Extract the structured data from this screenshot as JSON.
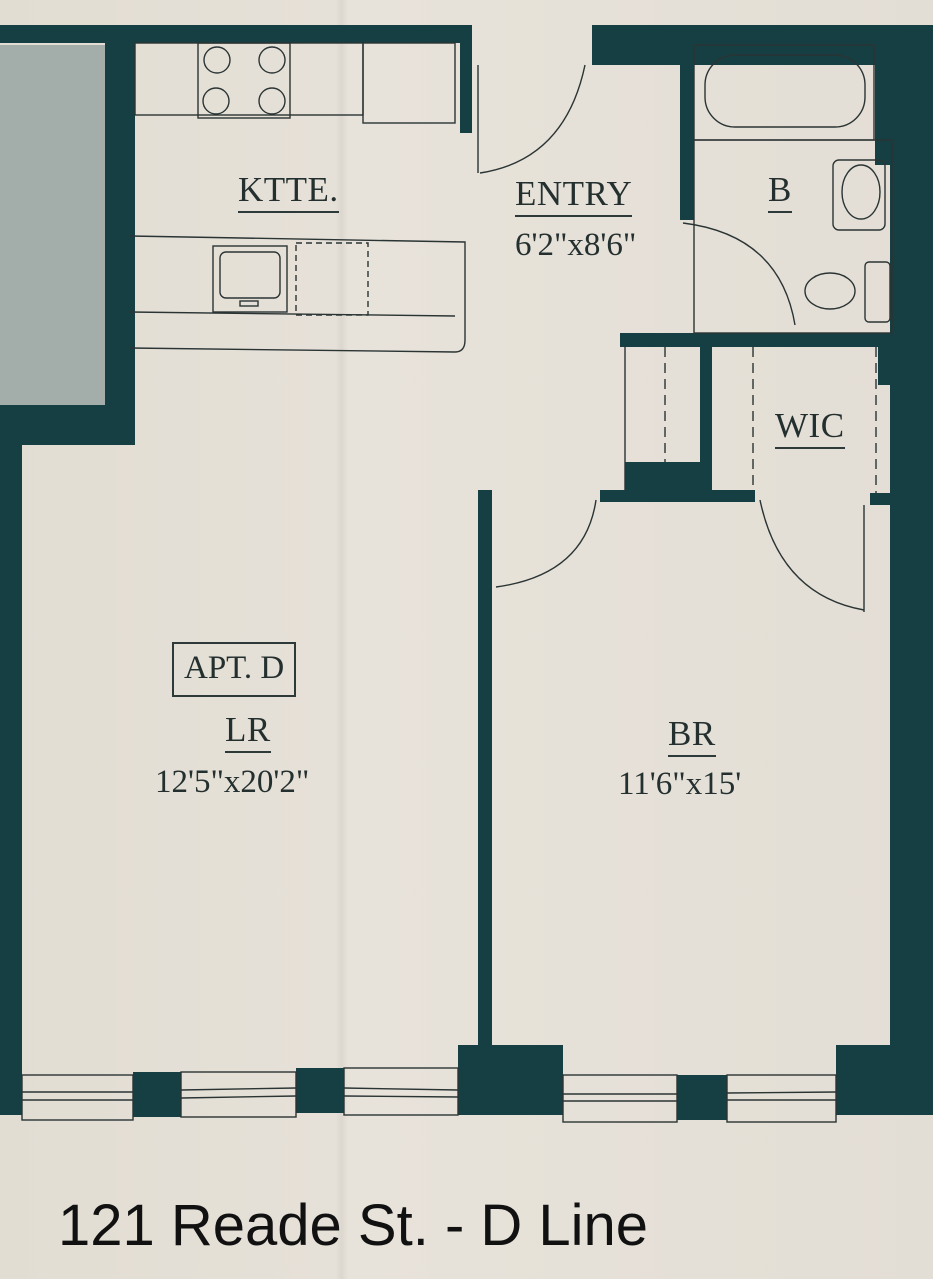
{
  "plan": {
    "unit_label": "APT. D",
    "caption": "121 Reade St. - D Line",
    "wall_color": "#163f44",
    "paper_color": "#e4dfd6",
    "rooms": {
      "kitchenette": {
        "label": "KTTE."
      },
      "entry": {
        "label": "ENTRY",
        "dimensions": "6'2\"x8'6\""
      },
      "bath": {
        "label": "B"
      },
      "walk_in_closet": {
        "label": "WIC"
      },
      "living_room": {
        "label": "LR",
        "dimensions": "12'5\"x20'2\""
      },
      "bedroom": {
        "label": "BR",
        "dimensions": "11'6\"x15'"
      }
    }
  }
}
